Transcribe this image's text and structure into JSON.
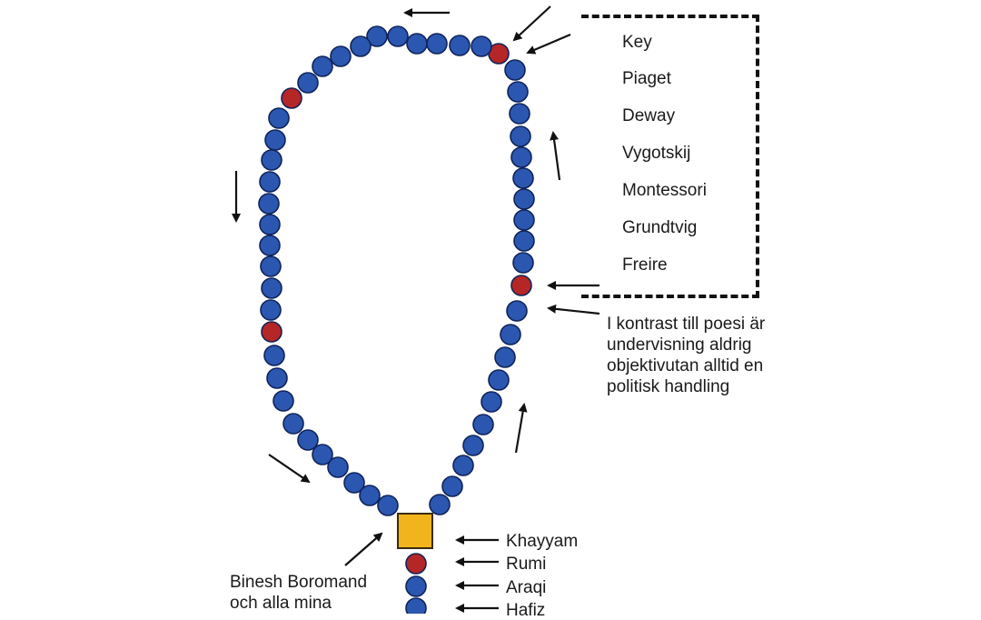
{
  "key": {
    "title": "Key",
    "items": [
      "Piaget",
      "Deway",
      "Vygotskij",
      "Montessori",
      "Grundtvig",
      "Freire"
    ]
  },
  "quote": "I kontrast till poesi är\nundervisning aldrig\nobjektivutan alltid en\npolitisk handling",
  "poets": [
    "Khayyam",
    "Rumi",
    "Araqi",
    "Hafiz"
  ],
  "dedication": "Binesh Boromand\noch alla mina",
  "colors": {
    "bead_blue": "#2b57b0",
    "bead_red": "#b52626",
    "bead_outline": "#10235a",
    "tassel_yellow": "#f2b41c",
    "arrow": "#111111"
  },
  "icons": [
    "arrow-icon",
    "bead-icon",
    "yellow-square-bead-icon"
  ]
}
